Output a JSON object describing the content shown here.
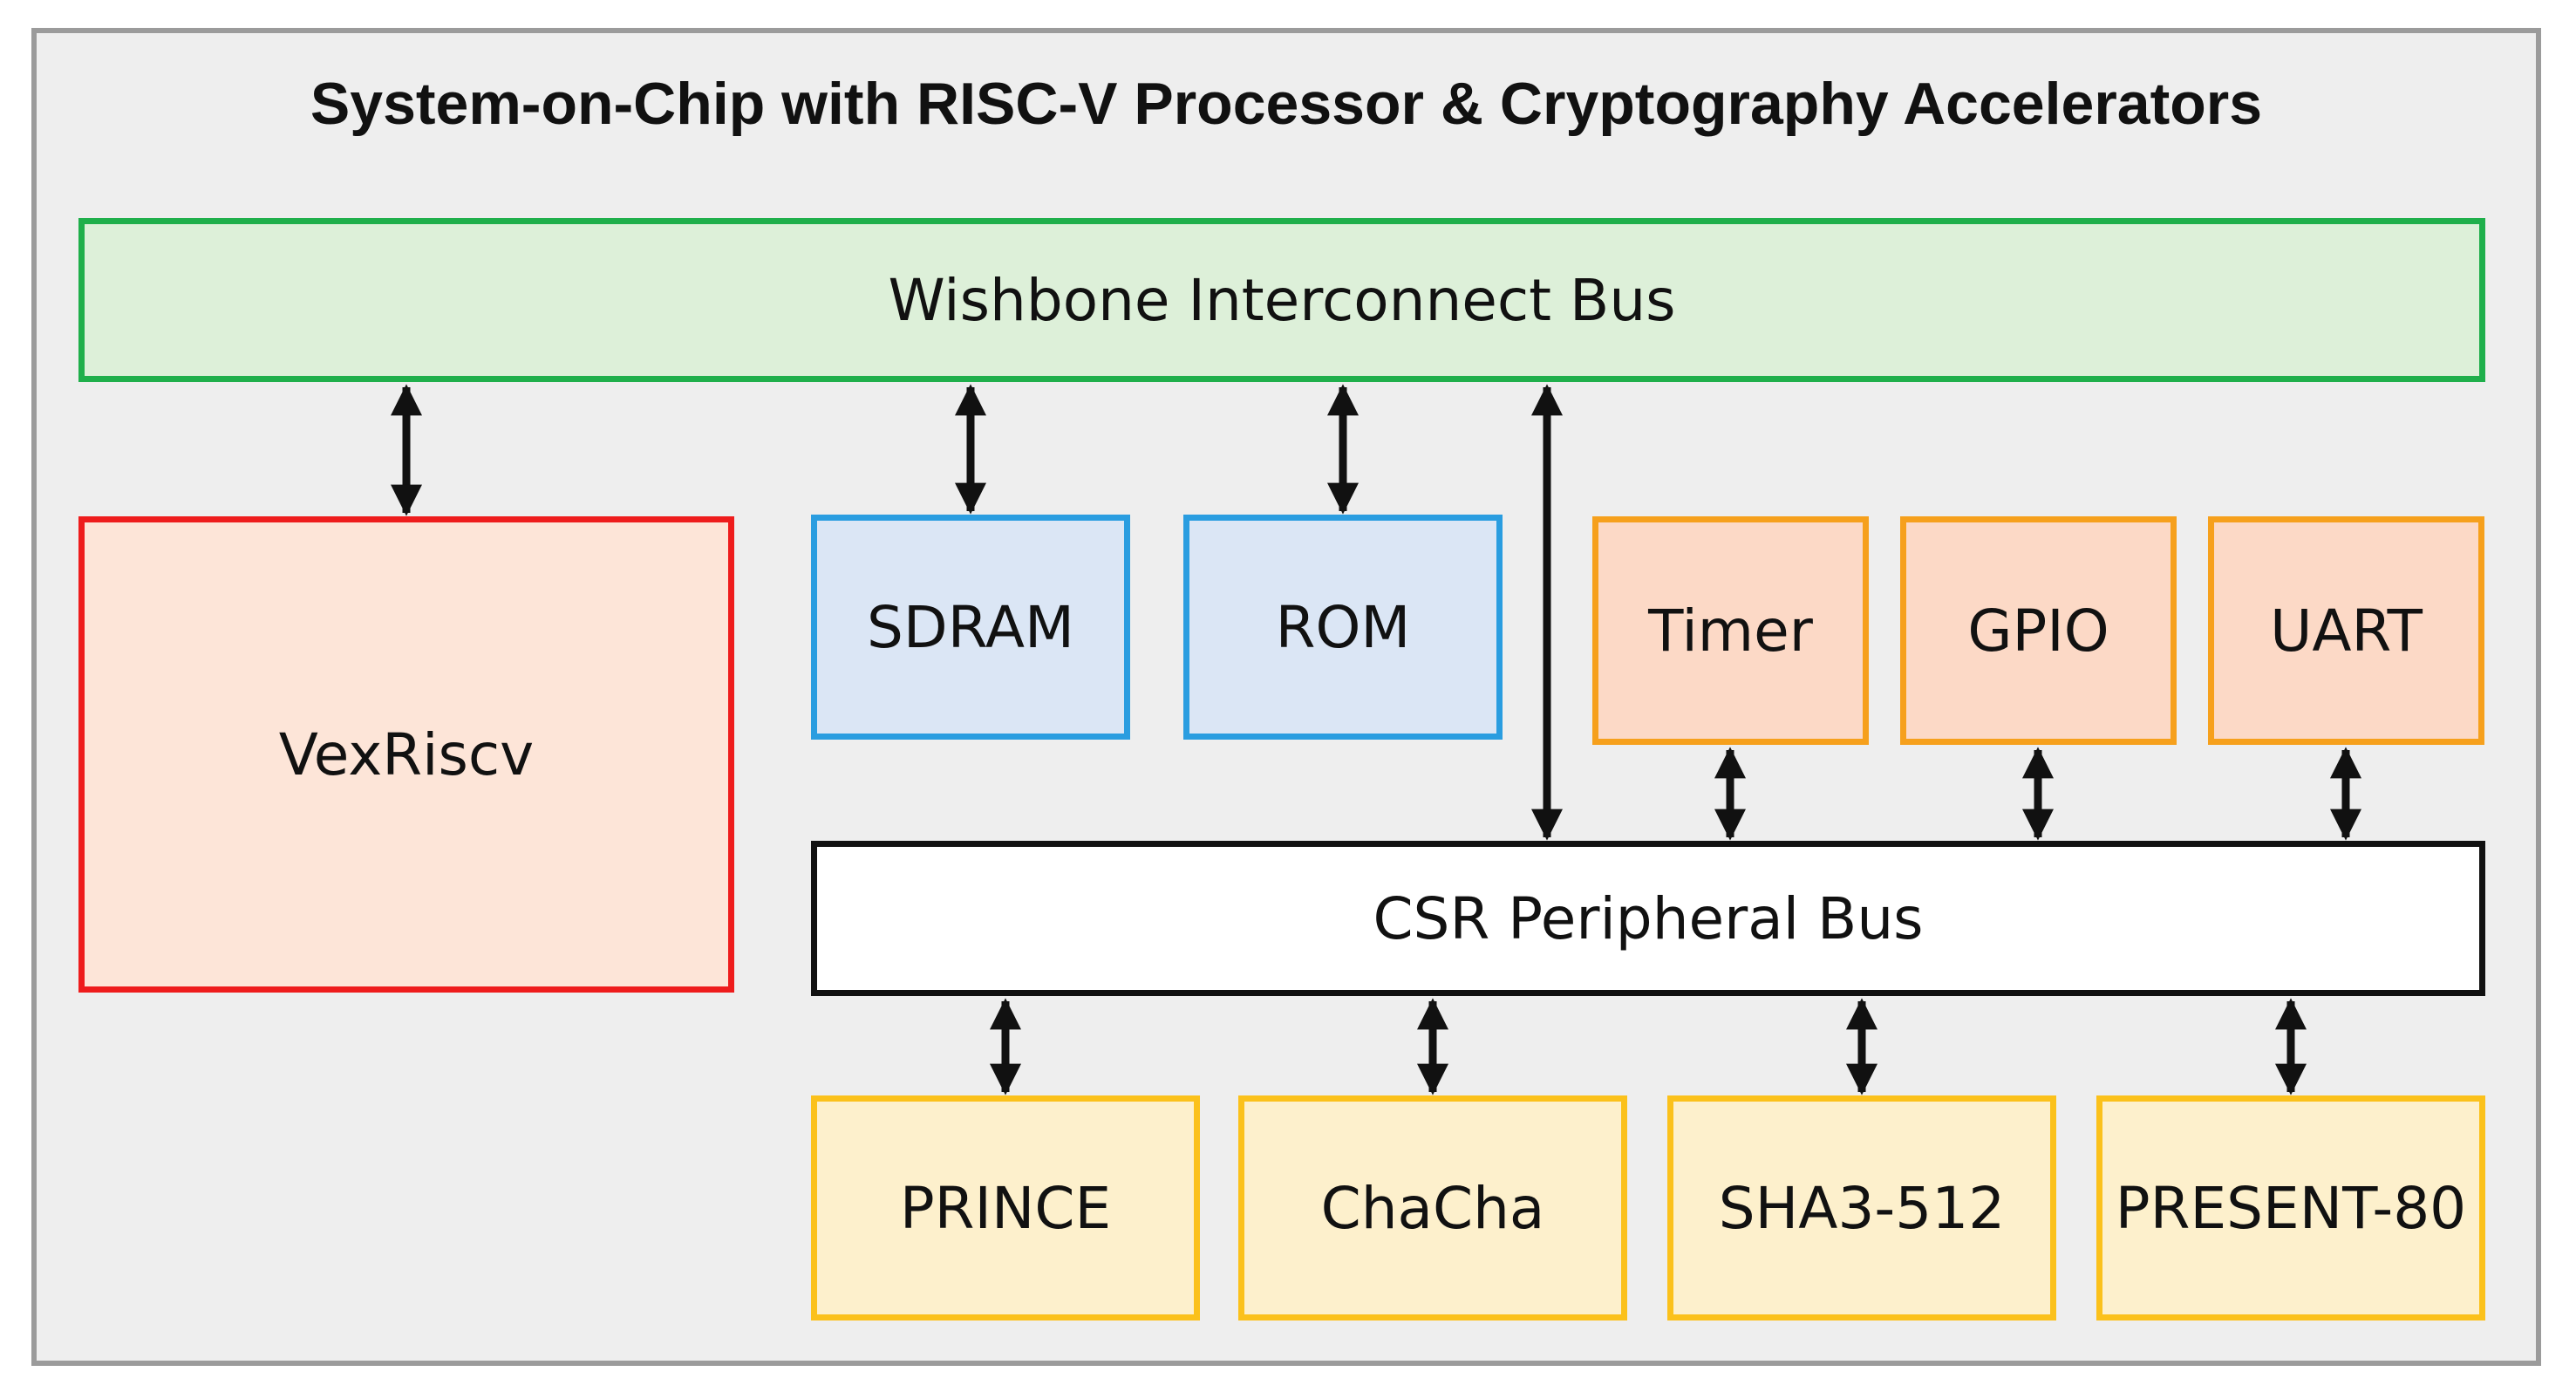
{
  "title": "System-on-Chip with RISC-V Processor & Cryptography Accelerators",
  "blocks": {
    "wishbone": "Wishbone Interconnect Bus",
    "cpu": "VexRiscv",
    "sdram": "SDRAM",
    "rom": "ROM",
    "timer": "Timer",
    "gpio": "GPIO",
    "uart": "UART",
    "csr": "CSR Peripheral Bus",
    "prince": "PRINCE",
    "chacha": "ChaCha",
    "sha3": "SHA3-512",
    "present": "PRESENT-80"
  },
  "colors": {
    "background": "#eeeeee",
    "frame_border": "#9b9b9b",
    "wishbone_fill": "#ddf0d9",
    "wishbone_border": "#1faf4b",
    "cpu_fill": "#fde5d8",
    "cpu_border": "#ee1c1c",
    "memory_fill": "#dbe6f5",
    "memory_border": "#2a9de0",
    "peripheral_fill": "#fcd9c6",
    "peripheral_border": "#f6a01c",
    "crypto_fill": "#fdf0cc",
    "crypto_border": "#fbc11b",
    "arrow": "#111111"
  },
  "connections": [
    {
      "from": "wishbone",
      "to": "cpu",
      "direction": "bidirectional"
    },
    {
      "from": "wishbone",
      "to": "sdram",
      "direction": "bidirectional"
    },
    {
      "from": "wishbone",
      "to": "rom",
      "direction": "bidirectional"
    },
    {
      "from": "wishbone",
      "to": "csr",
      "direction": "bidirectional"
    },
    {
      "from": "timer",
      "to": "csr",
      "direction": "bidirectional"
    },
    {
      "from": "gpio",
      "to": "csr",
      "direction": "bidirectional"
    },
    {
      "from": "uart",
      "to": "csr",
      "direction": "bidirectional"
    },
    {
      "from": "csr",
      "to": "prince",
      "direction": "bidirectional"
    },
    {
      "from": "csr",
      "to": "chacha",
      "direction": "bidirectional"
    },
    {
      "from": "csr",
      "to": "sha3",
      "direction": "bidirectional"
    },
    {
      "from": "csr",
      "to": "present",
      "direction": "bidirectional"
    }
  ]
}
